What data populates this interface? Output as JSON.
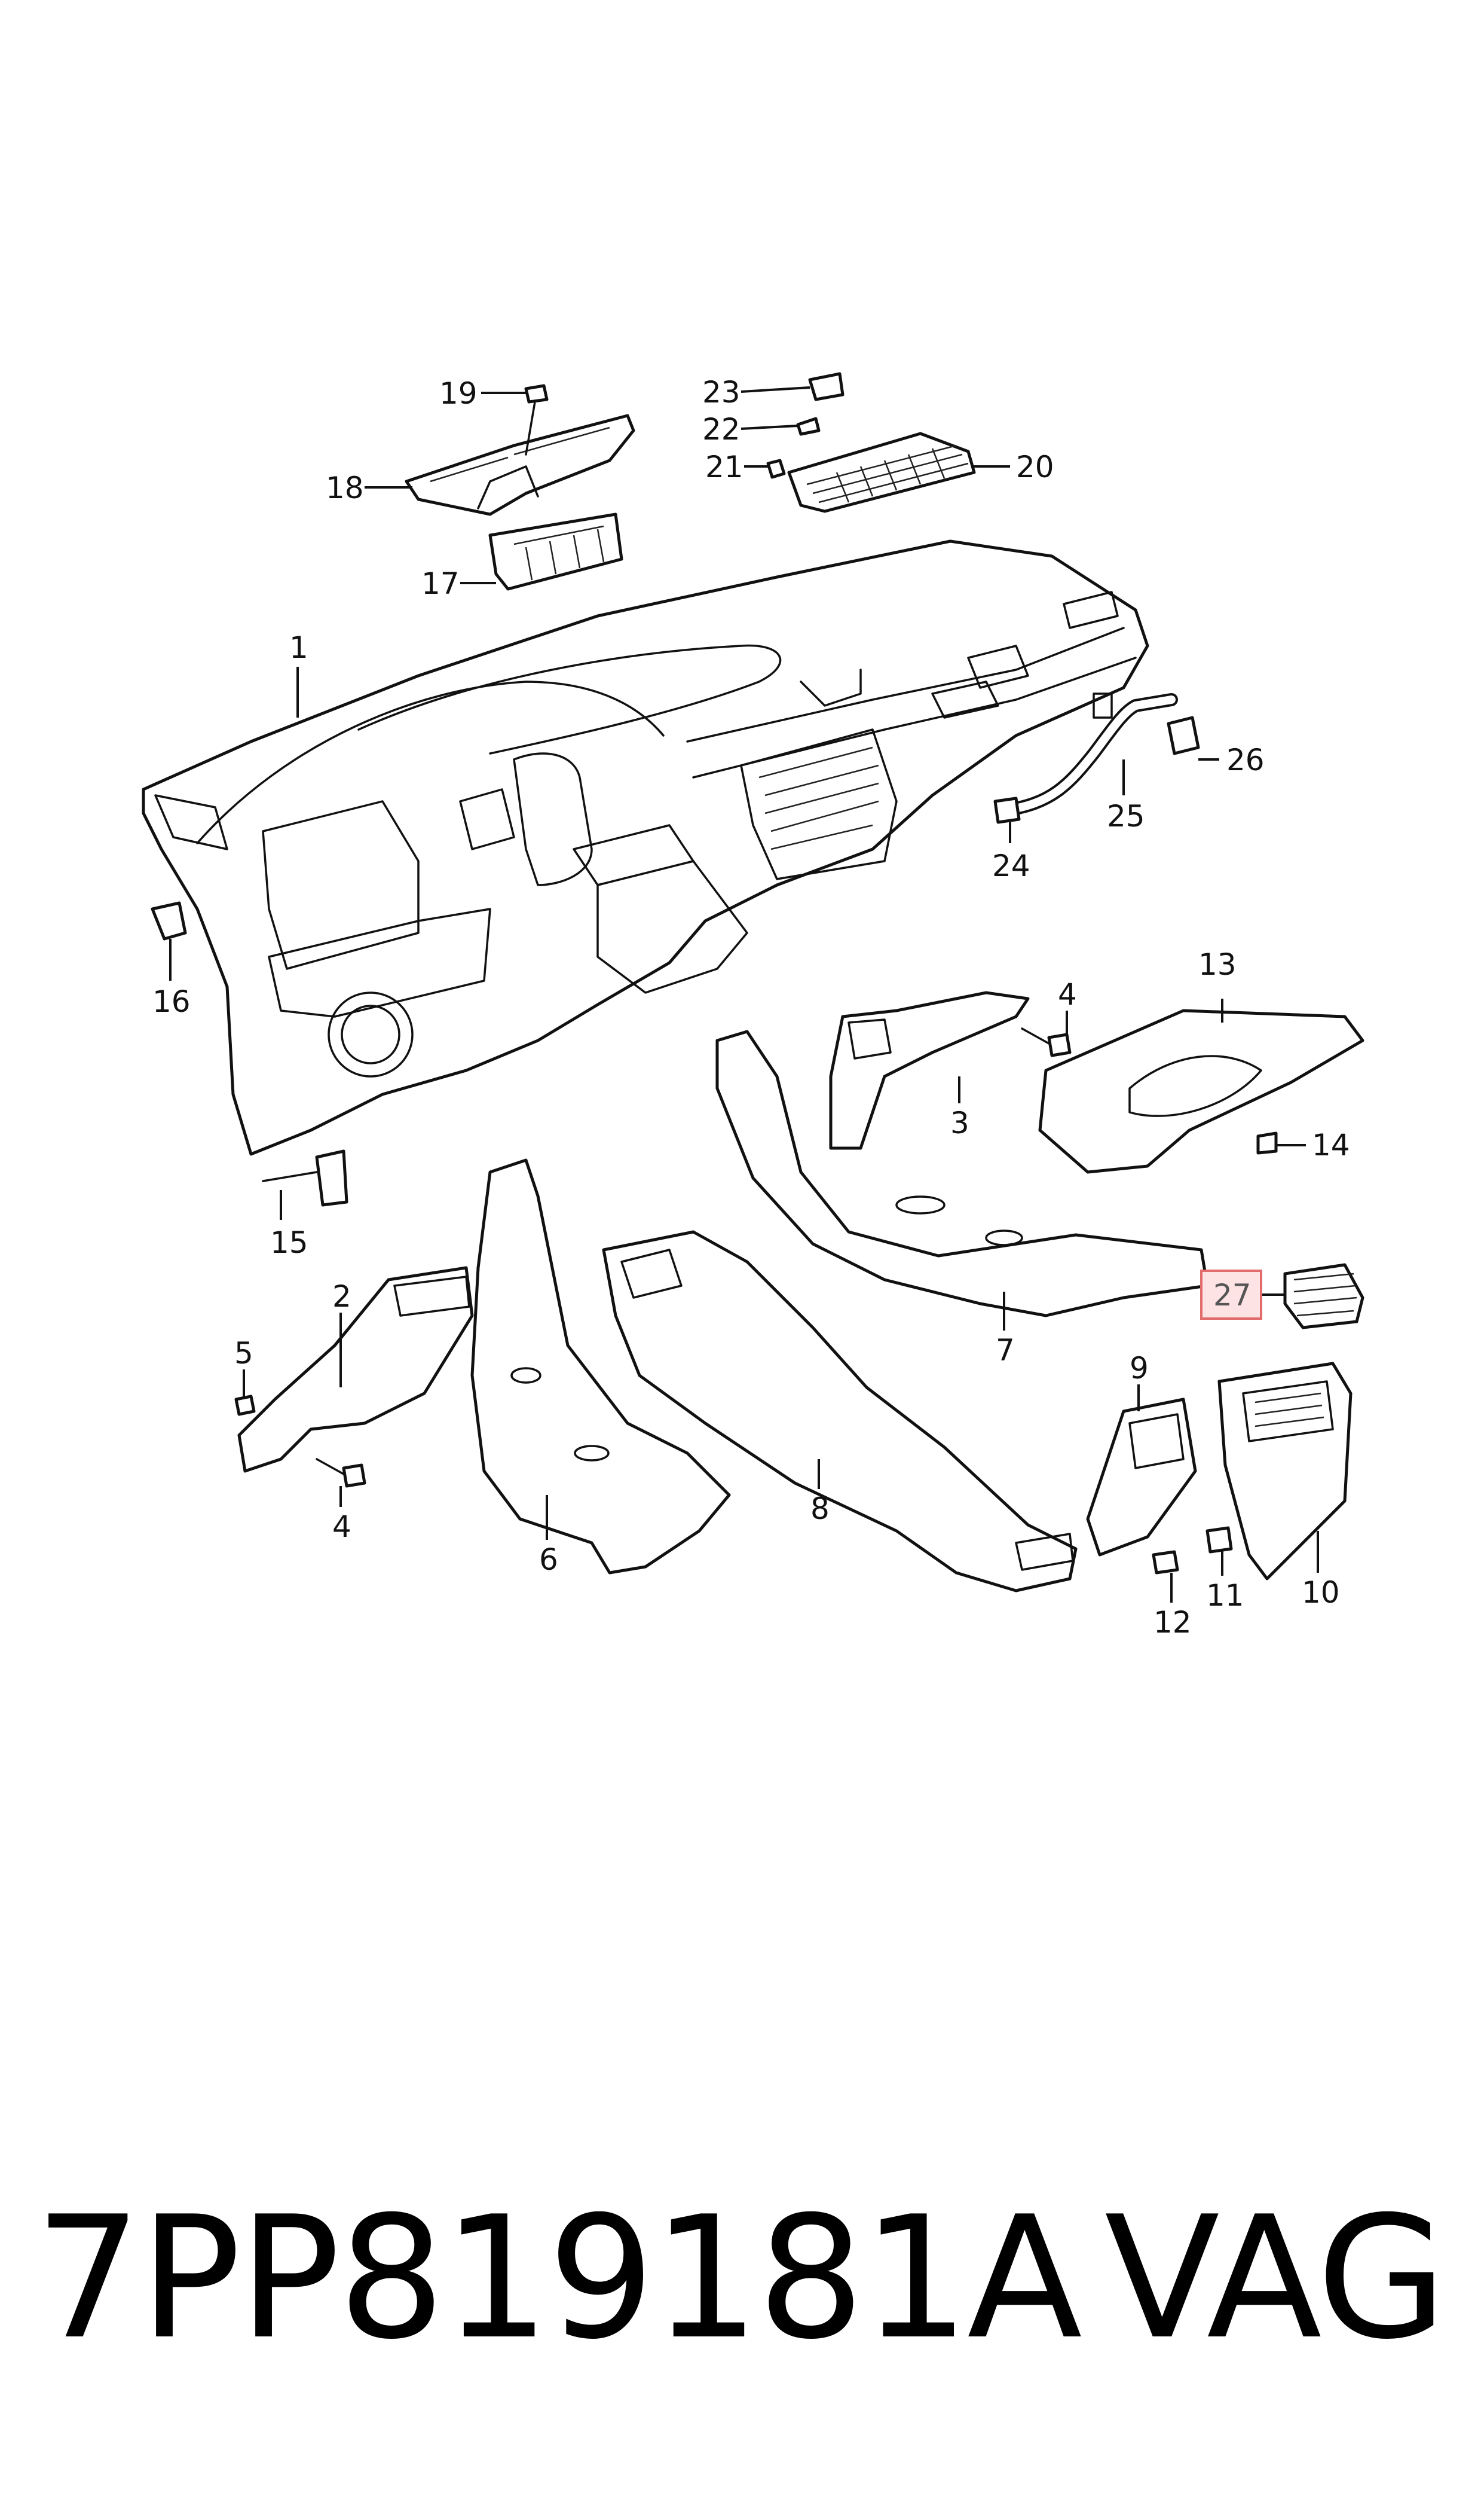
{
  "callouts": {
    "c1": "1",
    "c2": "2",
    "c3": "3",
    "c4a": "4",
    "c4b": "4",
    "c5": "5",
    "c6": "6",
    "c7": "7",
    "c8": "8",
    "c9": "9",
    "c10": "10",
    "c11": "11",
    "c12": "12",
    "c13": "13",
    "c14": "14",
    "c15": "15",
    "c16": "16",
    "c17": "17",
    "c18": "18",
    "c19": "19",
    "c20": "20",
    "c21": "21",
    "c22": "22",
    "c23": "23",
    "c24": "24",
    "c25": "25",
    "c26": "26"
  },
  "highlighted_callout": "27",
  "footer": {
    "part_number": "7PP819181A",
    "brand": "VAG"
  }
}
